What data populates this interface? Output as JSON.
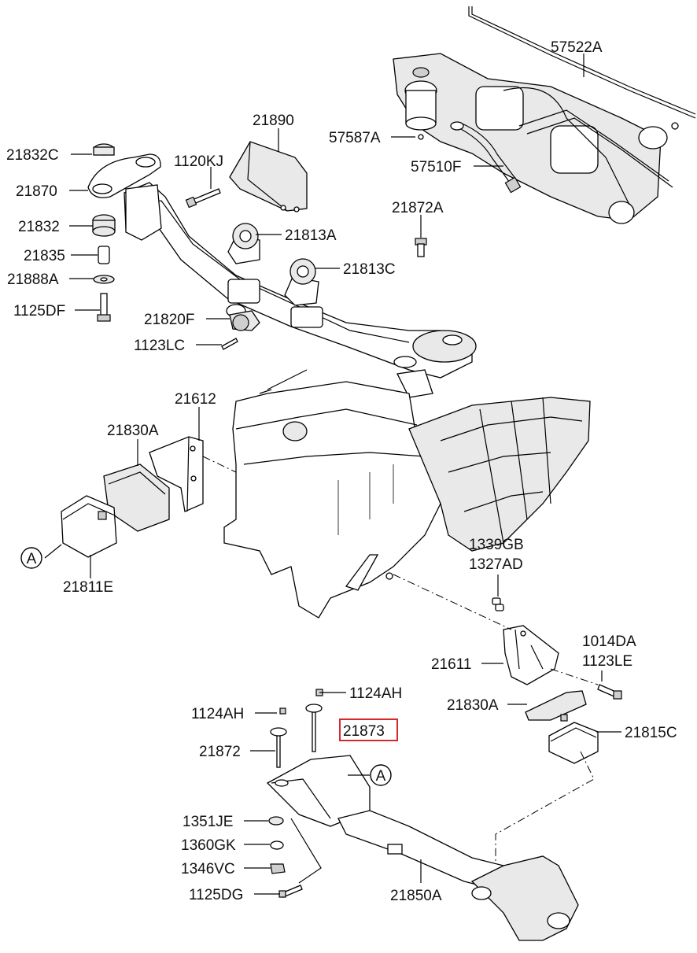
{
  "labels": {
    "p57522A": "57522A",
    "p57587A": "57587A",
    "p57510F": "57510F",
    "p21890": "21890",
    "p21832C": "21832C",
    "p1120KJ": "1120KJ",
    "p21870": "21870",
    "p21832": "21832",
    "p21835": "21835",
    "p21888A": "21888A",
    "p1125DF": "1125DF",
    "p21813A": "21813A",
    "p21872A": "21872A",
    "p21813C": "21813C",
    "p21820F": "21820F",
    "p1123LC": "1123LC",
    "p21612": "21612",
    "p21830A_top": "21830A",
    "circle_a_left": "A",
    "p21811E": "21811E",
    "p1339GB": "1339GB",
    "p1327AD": "1327AD",
    "p1014DA": "1014DA",
    "p1123LE": "1123LE",
    "p21611": "21611",
    "p1124AH_right": "1124AH",
    "p1124AH_left": "1124AH",
    "p21873": "21873",
    "p21830A_bottom": "21830A",
    "p21815C": "21815C",
    "p21872": "21872",
    "circle_a_right": "A",
    "p1351JE": "1351JE",
    "p1360GK": "1360GK",
    "p1346VC": "1346VC",
    "p1125DG": "1125DG",
    "p21850A": "21850A"
  },
  "highlight": {
    "label": "p21873",
    "color": "#d62828"
  }
}
